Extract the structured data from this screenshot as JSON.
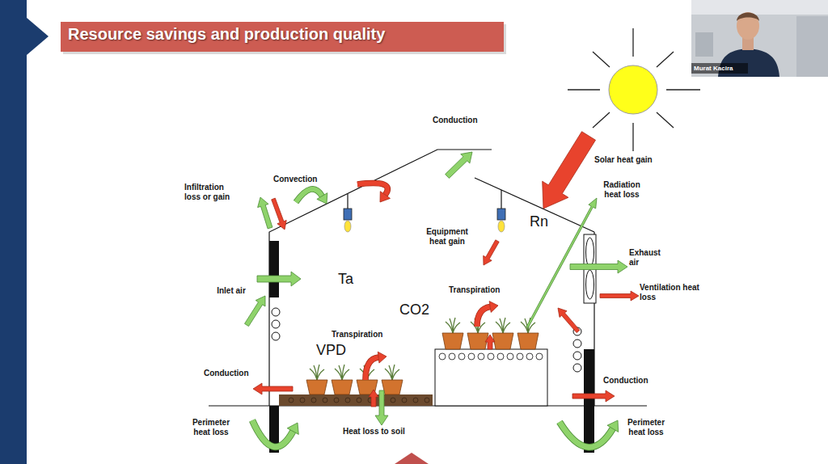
{
  "diagram": {
    "title": "Resource savings and production quality",
    "labels": [
      "Conduction",
      "Infiltration loss or gain",
      "Convection",
      "Solar heat gain",
      "Radiation heat loss",
      "Rn",
      "Equipment heat gain",
      "Ta",
      "Inlet air",
      "Exhaust air",
      "Ventilation heat loss",
      "Transpiration",
      "CO2",
      "Transpiration",
      "VPD",
      "Conduction",
      "Conduction",
      "Perimeter heat loss",
      "Heat loss to soil",
      "Perimeter heat loss",
      "Murat Kacira"
    ]
  }
}
